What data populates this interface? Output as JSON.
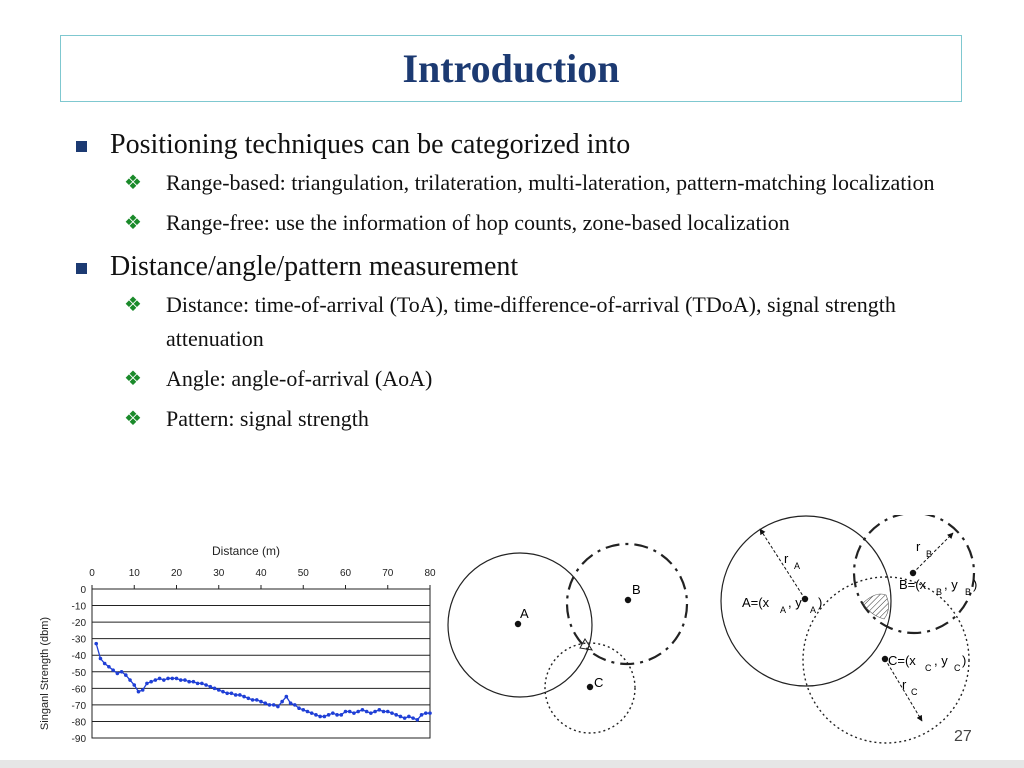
{
  "title": "Introduction",
  "bullets": [
    {
      "text": "Positioning techniques can be categorized into",
      "sub": [
        "Range-based: triangulation, trilateration, multi-lateration, pattern-matching localization",
        "Range-free: use the information of hop counts, zone-based localization"
      ]
    },
    {
      "text": "Distance/angle/pattern measurement",
      "sub": [
        "Distance: time-of-arrival (ToA), time-difference-of-arrival (TDoA), signal strength attenuation",
        "Angle: angle-of-arrival (AoA)",
        "Pattern: signal strength"
      ]
    }
  ],
  "colors": {
    "title": "#1c3a72",
    "bullet_square": "#1c3a72",
    "bullet_diamond": "#1a8a2a",
    "series": "#1f3fd6",
    "title_border": "#7fc8d0"
  },
  "chart_data": {
    "type": "line",
    "xlabel": "Distance (m)",
    "ylabel": "Singanl Strength (dbm)",
    "xlim": [
      0,
      80
    ],
    "ylim": [
      -90,
      0
    ],
    "x_ticks": [
      "0",
      "10",
      "20",
      "30",
      "40",
      "50",
      "60",
      "70",
      "80"
    ],
    "y_ticks": [
      "0",
      "-10",
      "-20",
      "-30",
      "-40",
      "-50",
      "-60",
      "-70",
      "-80",
      "-90"
    ],
    "grid": "horizontal",
    "series": [
      {
        "x": [
          1,
          2,
          3,
          4,
          5,
          6,
          7,
          8,
          9,
          10,
          11,
          12,
          13,
          14,
          15,
          16,
          17,
          18,
          19,
          20,
          21,
          22,
          23,
          24,
          25,
          26,
          27,
          28,
          29,
          30,
          31,
          32,
          33,
          34,
          35,
          36,
          37,
          38,
          39,
          40,
          41,
          42,
          43,
          44,
          45,
          46,
          47,
          48,
          49,
          50,
          51,
          52,
          53,
          54,
          55,
          56,
          57,
          58,
          59,
          60,
          61,
          62,
          63,
          64,
          65,
          66,
          67,
          68,
          69,
          70,
          71,
          72,
          73,
          74,
          75,
          76,
          77,
          78,
          79,
          80
        ],
        "y": [
          -33,
          -42,
          -45,
          -47,
          -49,
          -51,
          -50,
          -52,
          -55,
          -58,
          -62,
          -61,
          -57,
          -56,
          -55,
          -54,
          -55,
          -54,
          -54,
          -54,
          -55,
          -55,
          -56,
          -56,
          -57,
          -57,
          -58,
          -59,
          -60,
          -61,
          -62,
          -63,
          -63,
          -64,
          -64,
          -65,
          -66,
          -67,
          -67,
          -68,
          -69,
          -70,
          -70,
          -71,
          -68,
          -65,
          -69,
          -70,
          -72,
          -73,
          -74,
          -75,
          -76,
          -77,
          -77,
          -76,
          -75,
          -76,
          -76,
          -74,
          -74,
          -75,
          -74,
          -73,
          -74,
          -75,
          -74,
          -73,
          -74,
          -74,
          -75,
          -76,
          -77,
          -78,
          -77,
          -78,
          -79,
          -76,
          -75,
          -75
        ]
      }
    ]
  },
  "diagram1": {
    "labels": [
      "A",
      "B",
      "C"
    ]
  },
  "diagram2": {
    "labels": [
      "r",
      "A",
      "A=(x",
      "A",
      ", y",
      "A",
      ")",
      "r",
      "B",
      "B=(x",
      "B",
      ", y",
      "B",
      ")",
      "C=(x",
      "C",
      ", y",
      "C",
      ")",
      "r",
      "C"
    ]
  },
  "page_number": "27"
}
